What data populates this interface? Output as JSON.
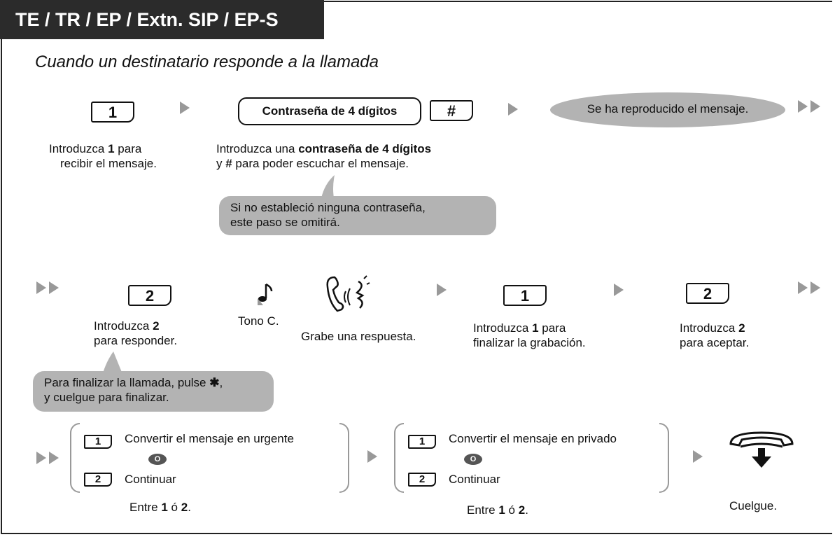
{
  "header": {
    "title": "TE / TR / EP / Extn. SIP / EP-S"
  },
  "subtitle": "Cuando un destinatario responde a la llamada",
  "row1": {
    "key1": "1",
    "key1_text_a": "Introduzca ",
    "key1_text_b": "1",
    "key1_text_c": " para",
    "key1_text_d": "recibir el mensaje.",
    "password_label": "Contraseña de 4 dígitos",
    "hash_key": "#",
    "pw_text_a": "Introduzca una ",
    "pw_text_b": "contraseña de 4 dígitos",
    "pw_text_c": "y ",
    "pw_text_d": "#",
    "pw_text_e": " para poder escuchar el mensaje.",
    "played": "Se ha reproducido el mensaje.",
    "note_line1": "Si no estableció ninguna contraseña,",
    "note_line2": "este paso se omitirá."
  },
  "row2": {
    "key2": "2",
    "key2_text_a": "Introduzca ",
    "key2_text_b": "2",
    "key2_text_c": "para responder.",
    "tone": "Tono C.",
    "record": "Grabe una respuesta.",
    "key1b": "1",
    "fin_text_a": "Introduzca ",
    "fin_text_b": "1",
    "fin_text_c": " para",
    "fin_text_d": "finalizar la grabación.",
    "key2b": "2",
    "accept_text_a": "Introduzca ",
    "accept_text_b": "2",
    "accept_text_c": "para aceptar.",
    "end_note_line1_a": "Para finalizar la llamada, pulse ",
    "end_note_star": "✱",
    "end_note_line1_b": ",",
    "end_note_line2": "y cuelgue para finalizar."
  },
  "row3": {
    "opt_a1_key": "1",
    "opt_a1": "Convertir el mensaje en urgente",
    "or_a": "O",
    "opt_a2_key": "2",
    "opt_a2": "Continuar",
    "enter_a_1": "Entre ",
    "enter_a_2": "1",
    "enter_a_3": " ó ",
    "enter_a_4": "2",
    "enter_a_5": ".",
    "opt_b1_key": "1",
    "opt_b1": "Convertir el mensaje en privado",
    "or_b": "O",
    "opt_b2_key": "2",
    "opt_b2": "Continuar",
    "enter_b_1": "Entre ",
    "enter_b_2": "1",
    "enter_b_3": " ó ",
    "enter_b_4": "2",
    "enter_b_5": ".",
    "hang_up": "Cuelgue."
  },
  "colors": {
    "header_bg": "#2b2b2b",
    "callout_bg": "#b3b3b3",
    "arrow": "#999999"
  }
}
